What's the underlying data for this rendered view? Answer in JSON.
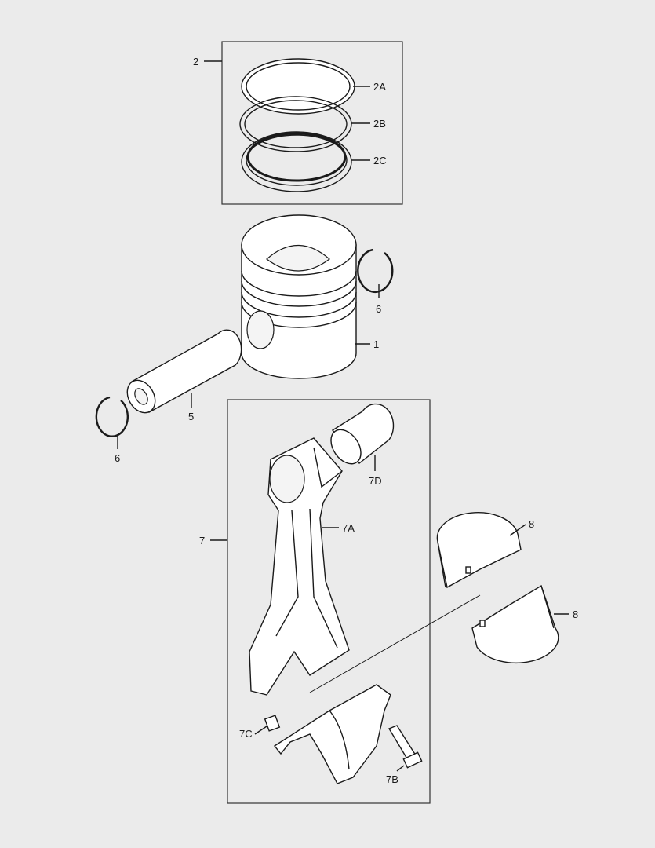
{
  "diagram": {
    "colors": {
      "background": "#ebebeb",
      "line": "#1a1a1a",
      "part_fill": "#ffffff"
    },
    "labels": {
      "ring_set": "2",
      "ring_2a": "2A",
      "ring_2b": "2B",
      "ring_2c": "2C",
      "circlip_right": "6",
      "piston": "1",
      "piston_pin": "5",
      "circlip_left": "6",
      "connecting_rod_assembly": "7",
      "bushing": "7D",
      "connecting_rod": "7A",
      "bearing_upper": "8",
      "bearing_lower": "8",
      "dowel": "7C",
      "bolt": "7B"
    }
  }
}
